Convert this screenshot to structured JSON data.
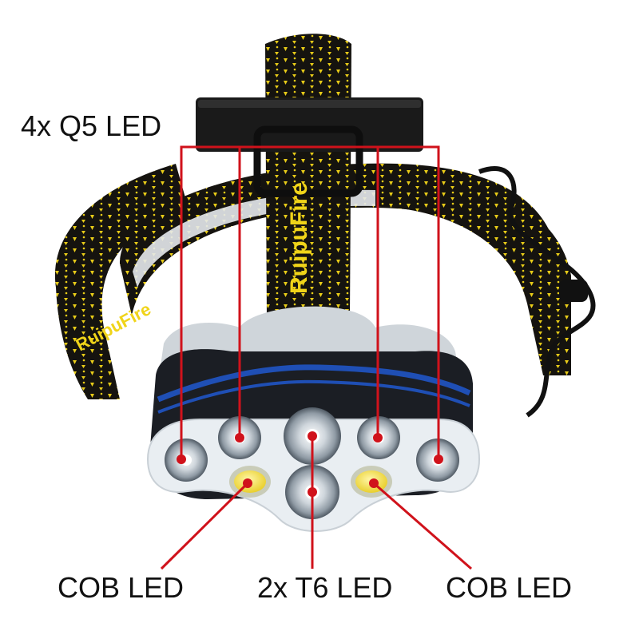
{
  "labels": {
    "q5": "4x Q5 LED",
    "cob_left": "COB LED",
    "t6": "2x T6 LED",
    "cob_right": "COB LED"
  },
  "brand_text": "RuipuFire",
  "colors": {
    "callout": "#d0121b",
    "strap": "#15130f",
    "strap_pattern": "#f0d419",
    "body": "#1b1e24",
    "accent_blue": "#1f4fb5",
    "cob": "#f4e04d",
    "lens": "#e9eef2"
  }
}
